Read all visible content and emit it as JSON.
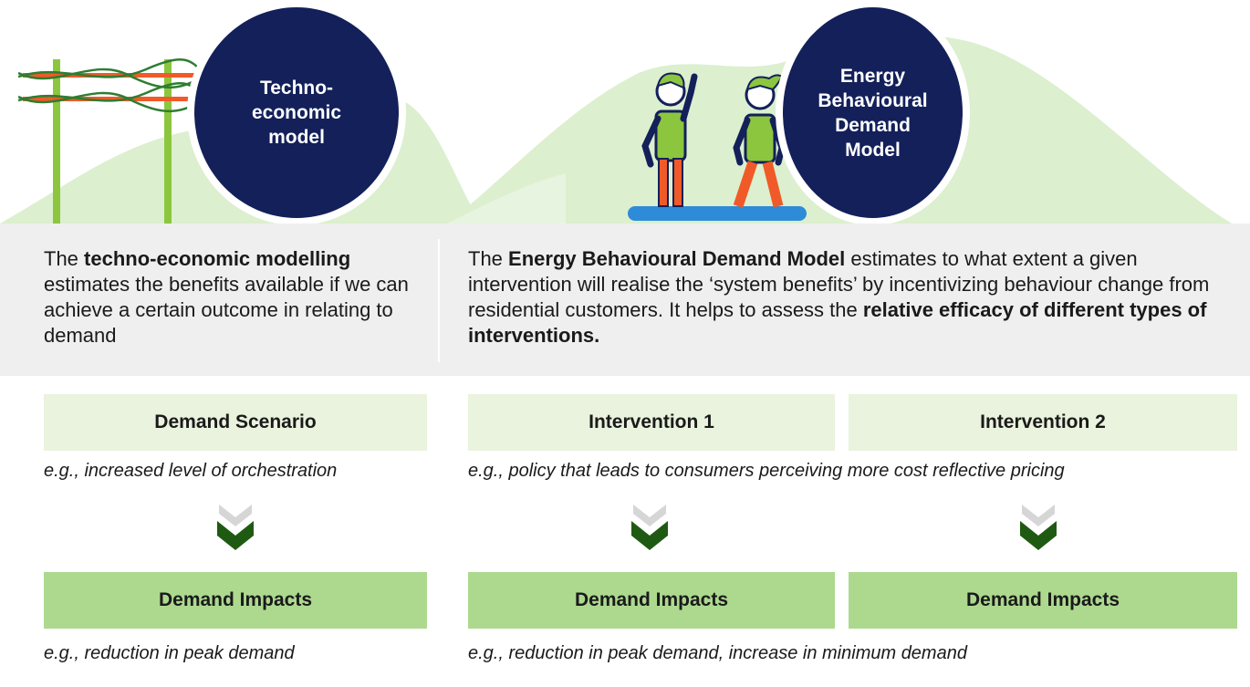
{
  "colors": {
    "circle": "#13205a",
    "hill": "#dcefcf",
    "band": "#efefef",
    "box_light": "#e9f3dd",
    "box_dark": "#add98f",
    "chevron_dark": "#1f5a12",
    "chevron_light": "#d6d6d6"
  },
  "icons": [
    "power-lines-icon",
    "people-waving-icon",
    "chevron-down-icon"
  ],
  "left": {
    "circle_label": "Techno-\neconomic\nmodel",
    "desc_pre": "The ",
    "desc_bold": "techno-economic modelling",
    "desc_post": " estimates the benefits available if we can achieve a certain outcome in relating to demand",
    "scenario": "Demand Scenario",
    "scenario_example": "e.g., increased level of orchestration",
    "impacts": "Demand Impacts",
    "impacts_example": "e.g., reduction in peak demand"
  },
  "right": {
    "circle_label": "Energy\nBehavioural\nDemand\nModel",
    "desc_pre": "The ",
    "desc_bold": "Energy Behavioural Demand Model",
    "desc_mid": " estimates to what extent a given intervention will realise the ‘system benefits’ by incentivizing behaviour change from residential customers. It helps to assess the ",
    "desc_bold2": "relative efficacy of different types of interventions.",
    "intervention1": "Intervention 1",
    "intervention2": "Intervention 2",
    "intervention_example": "e.g., policy that leads to consumers perceiving more cost reflective pricing",
    "impacts1": "Demand Impacts",
    "impacts2": "Demand Impacts",
    "impacts_example": "e.g., reduction in peak demand, increase in minimum demand"
  }
}
